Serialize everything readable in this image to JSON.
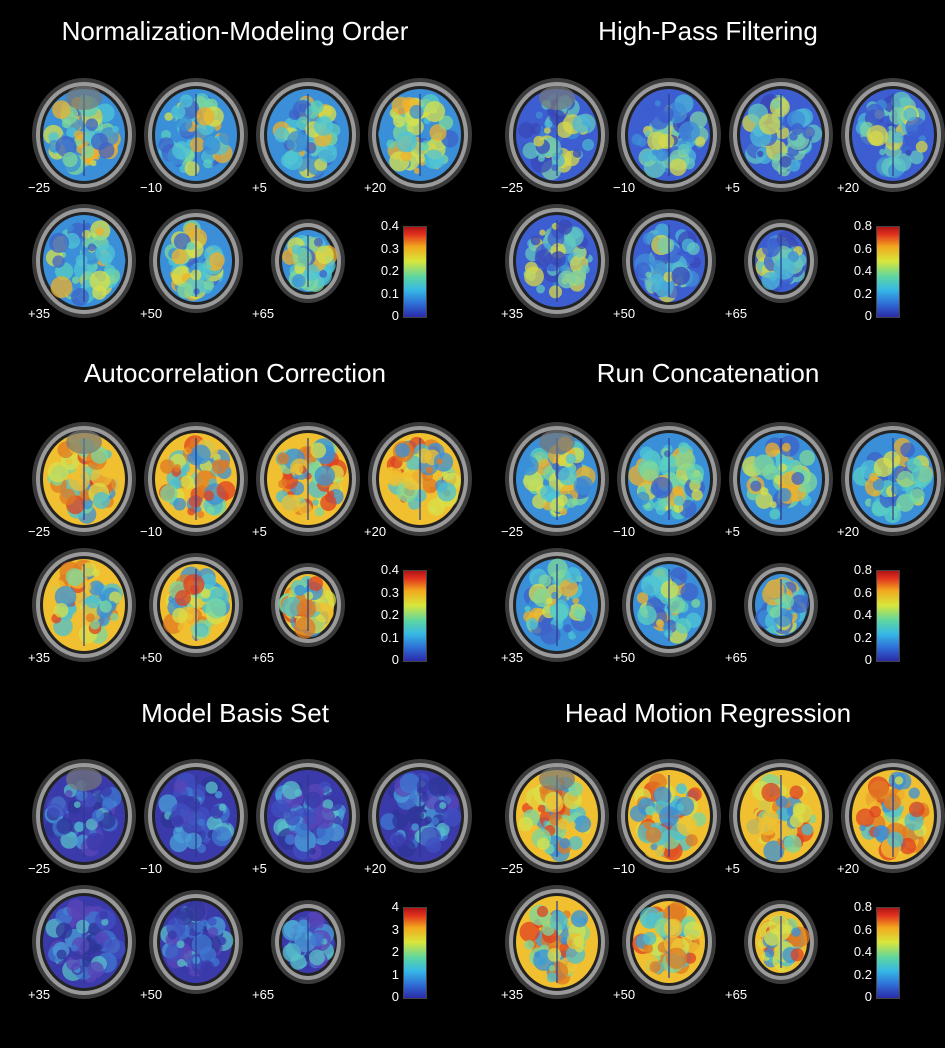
{
  "panels": [
    {
      "title": "Normalization-Modeling Order",
      "slices": [
        "−25",
        "−10",
        "+5",
        "+20",
        "+35",
        "+50",
        "+65"
      ],
      "ticks": [
        "0.4",
        "0.3",
        "0.2",
        "0.1",
        "0"
      ],
      "bias": "mid"
    },
    {
      "title": "High-Pass Filtering",
      "slices": [
        "−25",
        "−10",
        "+5",
        "+20",
        "+35",
        "+50",
        "+65"
      ],
      "ticks": [
        "0.8",
        "0.6",
        "0.4",
        "0.2",
        "0"
      ],
      "bias": "low"
    },
    {
      "title": "Autocorrelation Correction",
      "slices": [
        "−25",
        "−10",
        "+5",
        "+20",
        "+35",
        "+50",
        "+65"
      ],
      "ticks": [
        "0.4",
        "0.3",
        "0.2",
        "0.1",
        "0"
      ],
      "bias": "high"
    },
    {
      "title": "Run Concatenation",
      "slices": [
        "−25",
        "−10",
        "+5",
        "+20",
        "+35",
        "+50",
        "+65"
      ],
      "ticks": [
        "0.8",
        "0.6",
        "0.4",
        "0.2",
        "0"
      ],
      "bias": "mid"
    },
    {
      "title": "Model Basis Set",
      "slices": [
        "−25",
        "−10",
        "+5",
        "+20",
        "+35",
        "+50",
        "+65"
      ],
      "ticks": [
        "4",
        "3",
        "2",
        "1",
        "0"
      ],
      "bias": "blue"
    },
    {
      "title": "Head Motion Regression",
      "slices": [
        "−25",
        "−10",
        "+5",
        "+20",
        "+35",
        "+50",
        "+65"
      ],
      "ticks": [
        "0.8",
        "0.6",
        "0.4",
        "0.2",
        "0"
      ],
      "bias": "high"
    }
  ],
  "colors": {
    "background": "#000000",
    "text": "#ffffff"
  }
}
